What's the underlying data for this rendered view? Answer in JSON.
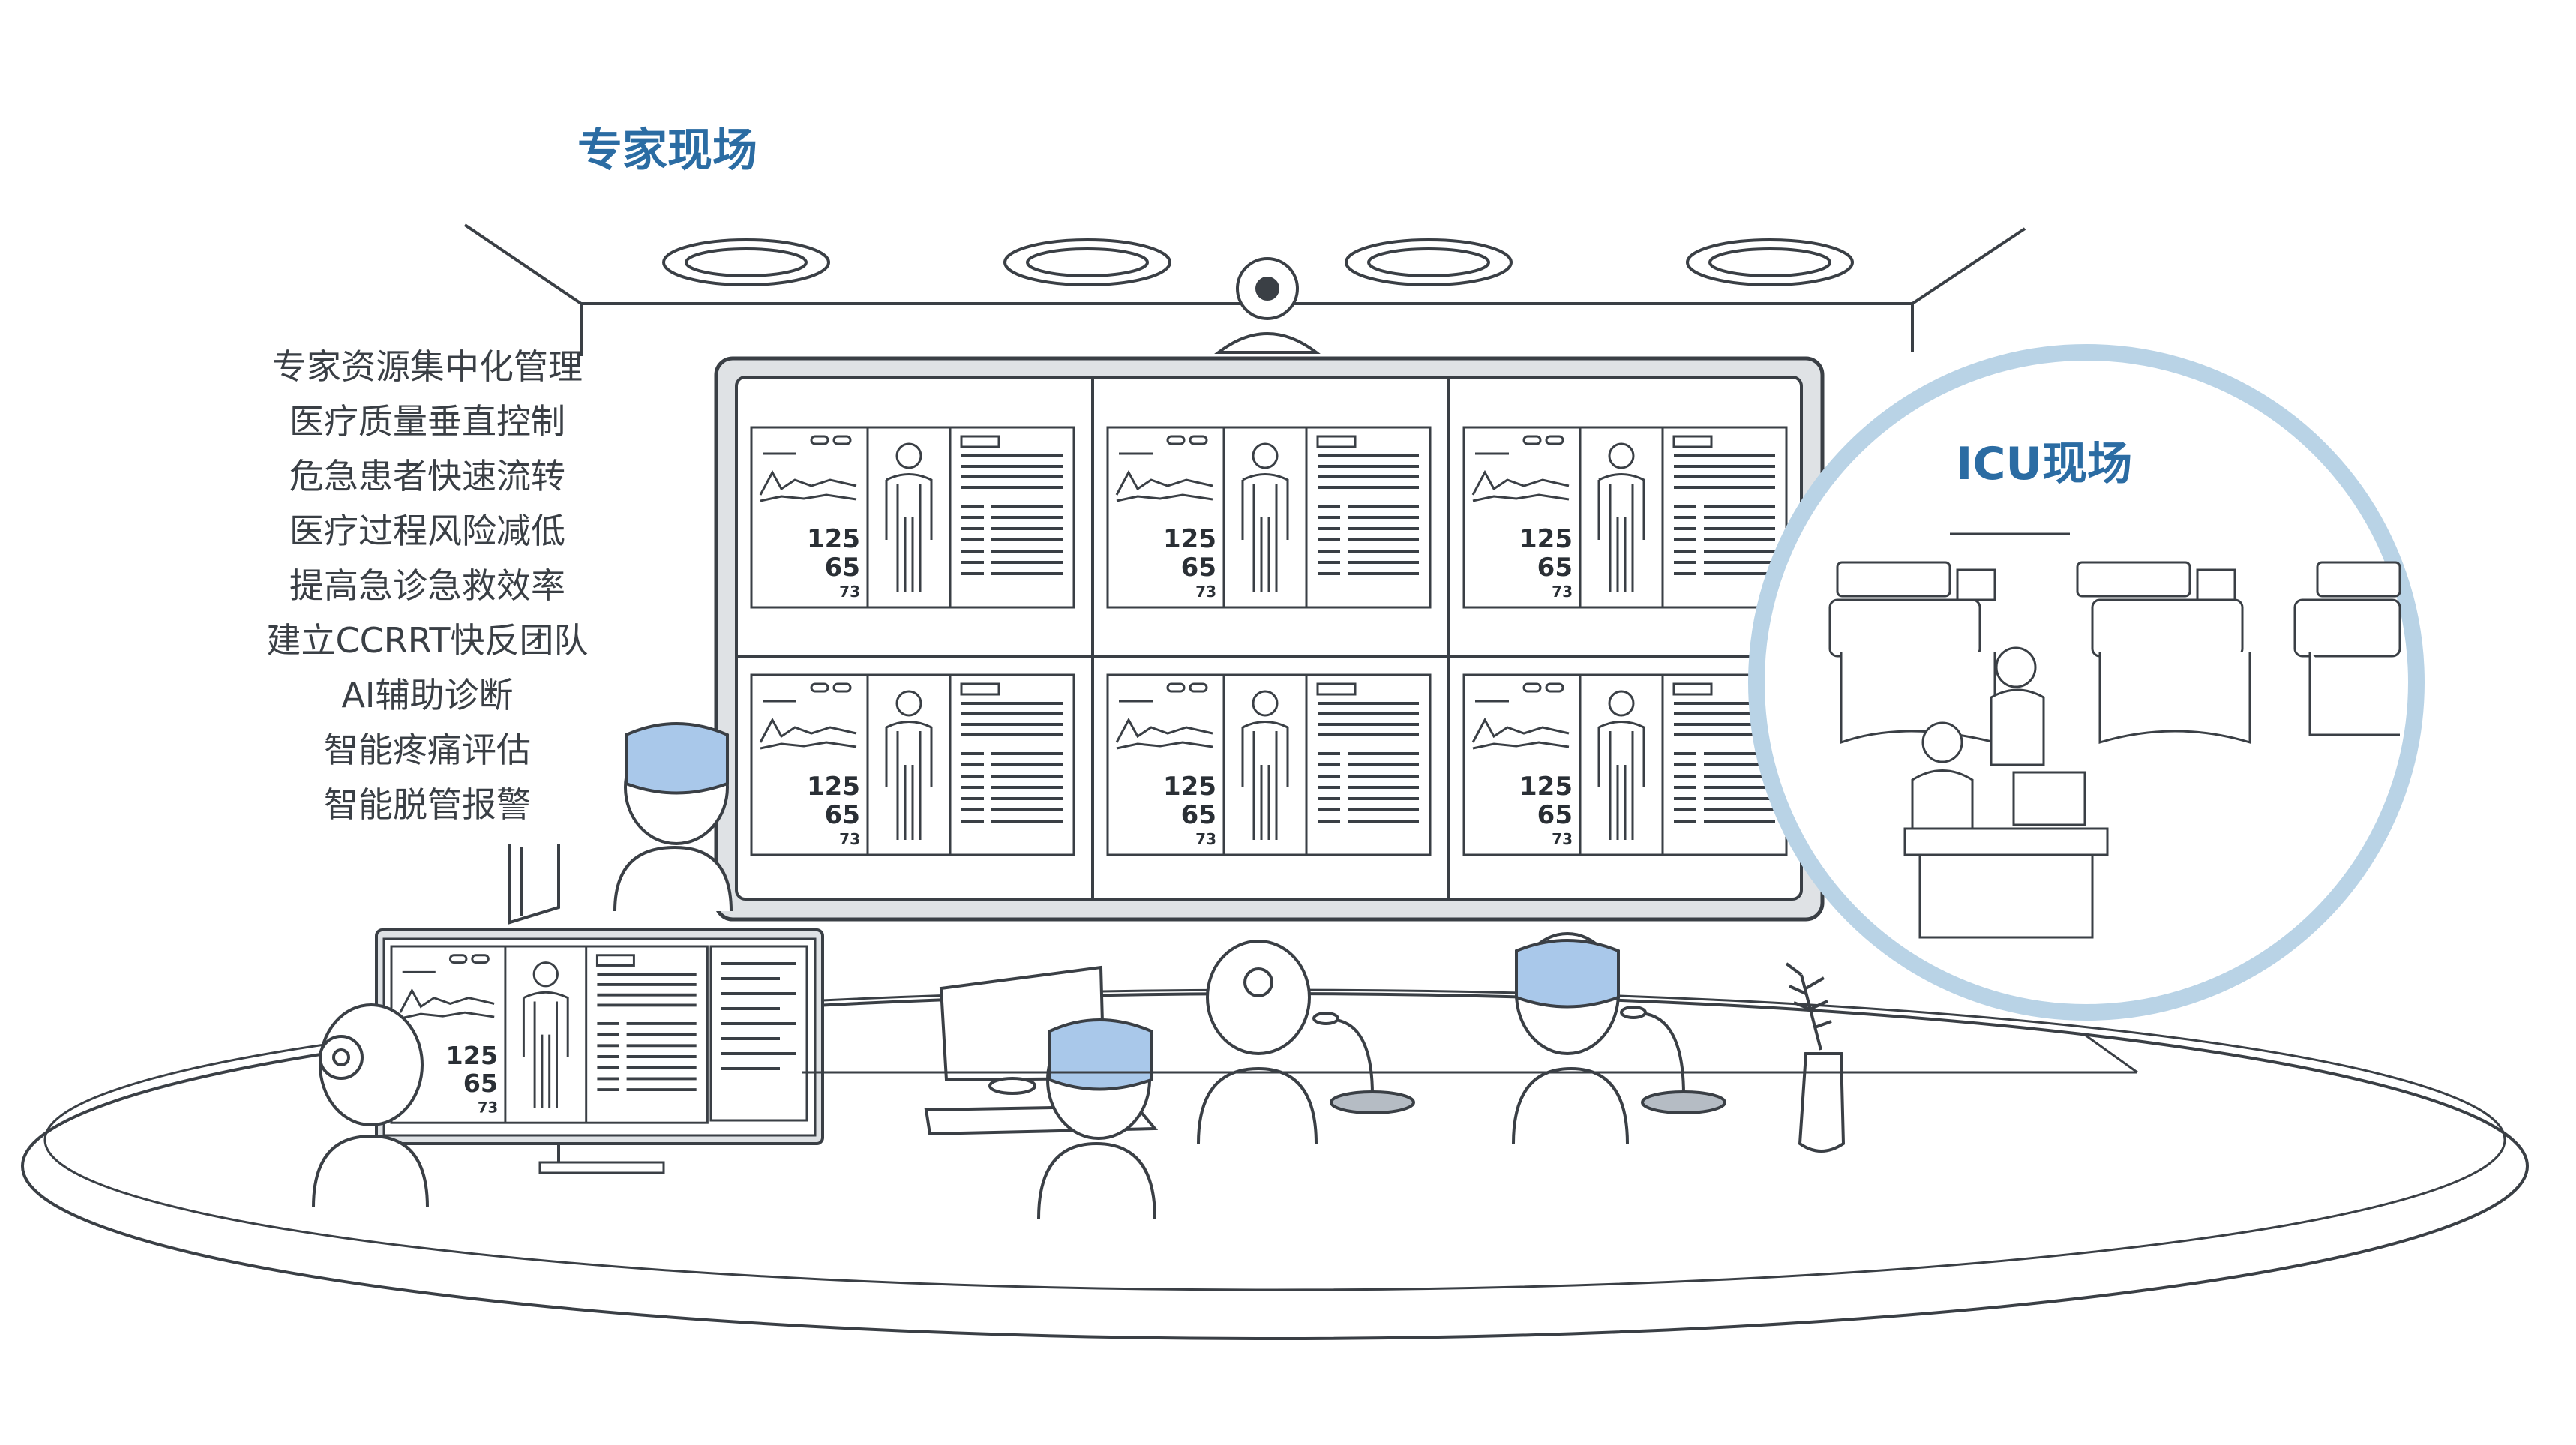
{
  "titles": {
    "expert_site": "专家现场",
    "icu_site": "ICU现场"
  },
  "benefits": [
    "专家资源集中化管理",
    "医疗质量垂直控制",
    "危急患者快速流转",
    "医疗过程风险减低",
    "提高急诊急救效率",
    "建立CCRRT快反团队",
    "AI辅助诊断",
    "智能疼痛评估",
    "智能脱管报警"
  ],
  "vitals": {
    "v1": "125",
    "v2": "65",
    "v3": "73"
  },
  "colors": {
    "accent": "#2b6ca3",
    "circle": "#b9d3e6",
    "cap_fill": "#a9c8ea",
    "line": "#3a3f45"
  }
}
